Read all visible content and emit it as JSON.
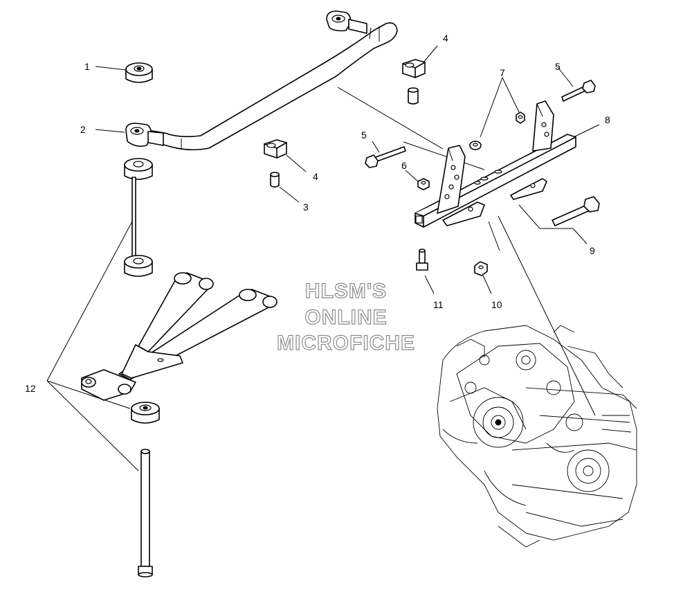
{
  "callouts": [
    {
      "id": "c1",
      "label": "1"
    },
    {
      "id": "c2",
      "label": "2"
    },
    {
      "id": "c3",
      "label": "3"
    },
    {
      "id": "c4a",
      "label": "4"
    },
    {
      "id": "c4b",
      "label": "4"
    },
    {
      "id": "c5a",
      "label": "5"
    },
    {
      "id": "c5b",
      "label": "5"
    },
    {
      "id": "c6",
      "label": "6"
    },
    {
      "id": "c7",
      "label": "7"
    },
    {
      "id": "c8",
      "label": "8"
    },
    {
      "id": "c9",
      "label": "9"
    },
    {
      "id": "c10",
      "label": "10"
    },
    {
      "id": "c11",
      "label": "11"
    },
    {
      "id": "c12",
      "label": "12"
    }
  ],
  "watermark": {
    "line1": "HLSM'S",
    "line2": "ONLINE",
    "line3": "MICROFICHE"
  },
  "colors": {
    "ink": "#000000",
    "paper": "#ffffff",
    "watermark_outline": "#8a8a8a"
  }
}
